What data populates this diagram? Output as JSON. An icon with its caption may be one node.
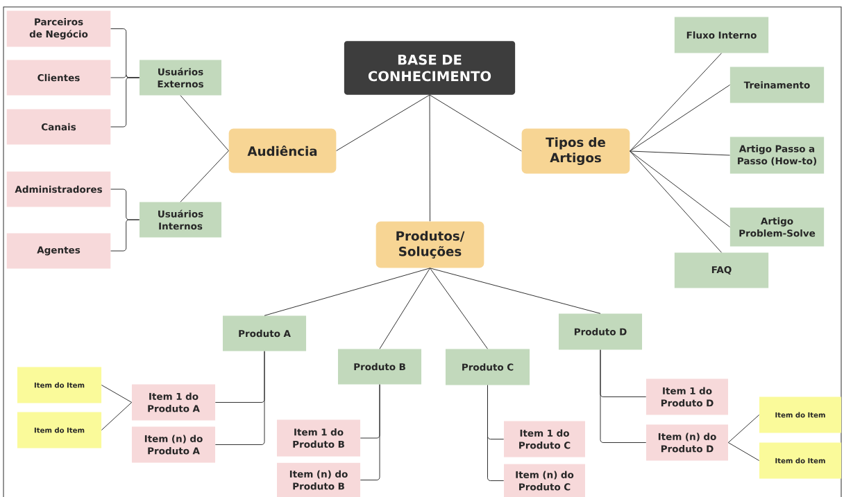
{
  "diagram": {
    "nodes": [
      {
        "text": [
          "BASE DE CONHECIMENTO"
        ]
      },
      {
        "text": [
          "Audiência"
        ]
      },
      {
        "text": [
          "Tipos de Artigos"
        ]
      },
      {
        "text": [
          "Produtos/ Soluções"
        ]
      },
      {
        "text": [
          "Usuários Externos"
        ]
      },
      {
        "text": [
          "Usuários Internos"
        ]
      },
      {
        "text": [
          "Parceiros de Negócio"
        ]
      },
      {
        "text": [
          "Clientes"
        ]
      },
      {
        "text": [
          "Canais"
        ]
      },
      {
        "text": [
          "Administradores"
        ]
      },
      {
        "text": [
          "Agentes"
        ]
      },
      {
        "text": [
          "Fluxo Interno"
        ]
      },
      {
        "text": [
          "Treinamento"
        ]
      },
      {
        "text": [
          "Artigo Passo a Passo (How-to)"
        ]
      },
      {
        "text": [
          "Artigo Problem-Solve"
        ]
      },
      {
        "text": [
          "FAQ"
        ]
      },
      {
        "text": [
          "Produto A"
        ]
      },
      {
        "text": [
          "Produto B"
        ]
      },
      {
        "text": [
          "Produto C"
        ]
      },
      {
        "text": [
          "Produto D"
        ]
      },
      {
        "text": [
          "Item 1 do Produto A"
        ]
      },
      {
        "text": [
          "Item (n) do Produto A"
        ]
      },
      {
        "text": [
          "Item do Item"
        ]
      },
      {
        "text": [
          "Item do Item"
        ]
      },
      {
        "text": [
          "Item 1 do Produto B"
        ]
      },
      {
        "text": [
          "Item (n) do Produto B"
        ]
      },
      {
        "text": [
          "Item 1 do Produto C"
        ]
      },
      {
        "text": [
          "Item (n) do Produto C"
        ]
      },
      {
        "text": [
          "Item 1 do Produto D"
        ]
      },
      {
        "text": [
          "Item (n) do Produto D"
        ]
      },
      {
        "text": [
          "Item do Item"
        ]
      },
      {
        "text": [
          "Item do Item"
        ]
      }
    ],
    "edges": [
      {
        "from": 0,
        "to": 1,
        "arrow": "none"
      },
      {
        "from": 0,
        "to": 2,
        "arrow": "none"
      },
      {
        "from": 0,
        "to": 3,
        "arrow": "none"
      },
      {
        "from": 1,
        "to": 4,
        "arrow": "none"
      },
      {
        "from": 1,
        "to": 5,
        "arrow": "none"
      },
      {
        "from": 4,
        "to": 6,
        "arrow": "none"
      },
      {
        "from": 4,
        "to": 7,
        "arrow": "none"
      },
      {
        "from": 4,
        "to": 8,
        "arrow": "none"
      },
      {
        "from": 5,
        "to": 9,
        "arrow": "none"
      },
      {
        "from": 5,
        "to": 10,
        "arrow": "none"
      },
      {
        "from": 2,
        "to": 11,
        "arrow": "none"
      },
      {
        "from": 2,
        "to": 12,
        "arrow": "none"
      },
      {
        "from": 2,
        "to": 13,
        "arrow": "none"
      },
      {
        "from": 2,
        "to": 14,
        "arrow": "none"
      },
      {
        "from": 2,
        "to": 15,
        "arrow": "none"
      },
      {
        "from": 3,
        "to": 16,
        "arrow": "none"
      },
      {
        "from": 3,
        "to": 17,
        "arrow": "none"
      },
      {
        "from": 3,
        "to": 18,
        "arrow": "none"
      },
      {
        "from": 3,
        "to": 19,
        "arrow": "none"
      },
      {
        "from": 16,
        "to": 20,
        "arrow": "none"
      },
      {
        "from": 16,
        "to": 21,
        "arrow": "none"
      },
      {
        "from": 20,
        "to": 22,
        "arrow": "none"
      },
      {
        "from": 20,
        "to": 23,
        "arrow": "none"
      },
      {
        "from": 17,
        "to": 24,
        "arrow": "none"
      },
      {
        "from": 17,
        "to": 25,
        "arrow": "none"
      },
      {
        "from": 18,
        "to": 26,
        "arrow": "none"
      },
      {
        "from": 18,
        "to": 27,
        "arrow": "none"
      },
      {
        "from": 19,
        "to": 28,
        "arrow": "none"
      },
      {
        "from": 19,
        "to": 29,
        "arrow": "none"
      },
      {
        "from": 29,
        "to": 30,
        "arrow": "none"
      },
      {
        "from": 29,
        "to": 31,
        "arrow": "none"
      }
    ]
  }
}
